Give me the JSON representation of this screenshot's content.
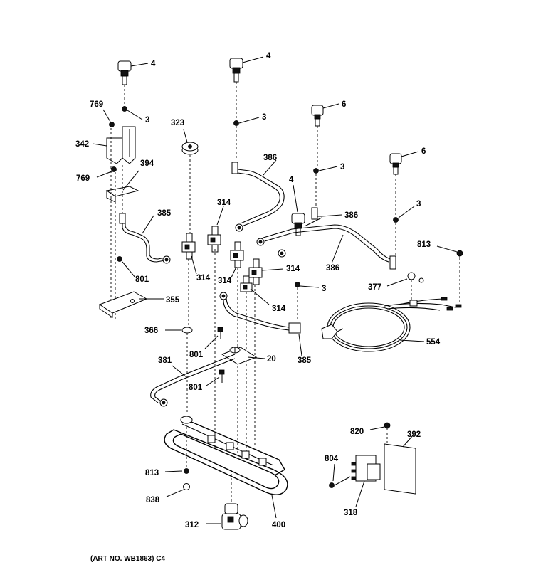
{
  "caption": "(ART NO. WB1863) C4",
  "labels": {
    "l4a": "4",
    "l4b": "4",
    "l4c": "4",
    "l6a": "6",
    "l6b": "6",
    "l3a": "3",
    "l3b": "3",
    "l3c": "3",
    "l3d": "3",
    "l3e": "3",
    "l769a": "769",
    "l769b": "769",
    "l342": "342",
    "l394": "394",
    "l323": "323",
    "l386a": "386",
    "l386b": "386",
    "l386c": "386",
    "l385a": "385",
    "l385b": "385",
    "l314a": "314",
    "l314b": "314",
    "l314c": "314",
    "l314d": "314",
    "l314e": "314",
    "l801a": "801",
    "l801b": "801",
    "l801c": "801",
    "l355": "355",
    "l366": "366",
    "l381": "381",
    "l20": "20",
    "l813a": "813",
    "l813b": "813",
    "l377": "377",
    "l554": "554",
    "l820": "820",
    "l392": "392",
    "l804": "804",
    "l318": "318",
    "l838": "838",
    "l312": "312",
    "l400": "400"
  }
}
